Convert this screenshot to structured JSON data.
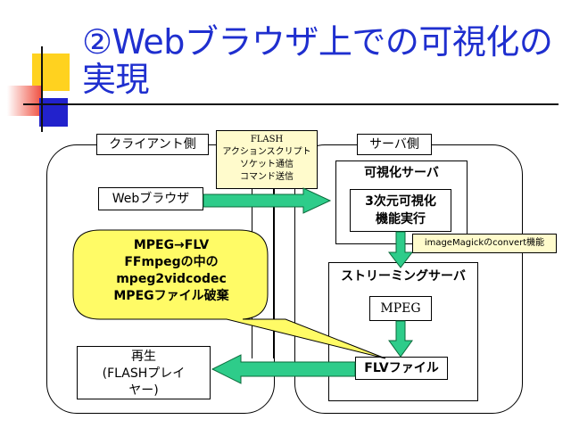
{
  "slide": {
    "title_line1": "②Webブラウザ上での可視化の",
    "title_line2": "実現"
  },
  "client": {
    "header": "クライアント側",
    "browser": "Webブラウザ",
    "playback_line1": "再生",
    "playback_line2": "(FLASHプレイ",
    "playback_line3": "ヤー)"
  },
  "server": {
    "header": "サーバ側",
    "vis_server": "可視化サーバ",
    "vis_func_line1": "3次元可視化",
    "vis_func_line2": "機能実行",
    "imagemagick": "imageMagickのconvert機能",
    "streaming_server": "ストリーミングサーバ",
    "mpeg": "MPEG",
    "flv_file": "FLVファイル"
  },
  "flash_note": {
    "line1": "FLASH",
    "line2": "アクションスクリプト",
    "line3": "ソケット通信",
    "line4": "コマンド送信"
  },
  "callout": {
    "line1": "MPEG→FLV",
    "line2": "FFmpegの中の",
    "line3": "mpeg2vidcodec",
    "line4": "MPEGファイル破棄"
  },
  "colors": {
    "title": "#1f2fcf",
    "arrow_fill": "#2ecc8a",
    "callout_fill": "#fffb66",
    "note_fill": "#fffbcc",
    "deco_yellow": "#ffd21f",
    "deco_red": "#ef4a3a",
    "deco_blue": "#2222cc"
  }
}
